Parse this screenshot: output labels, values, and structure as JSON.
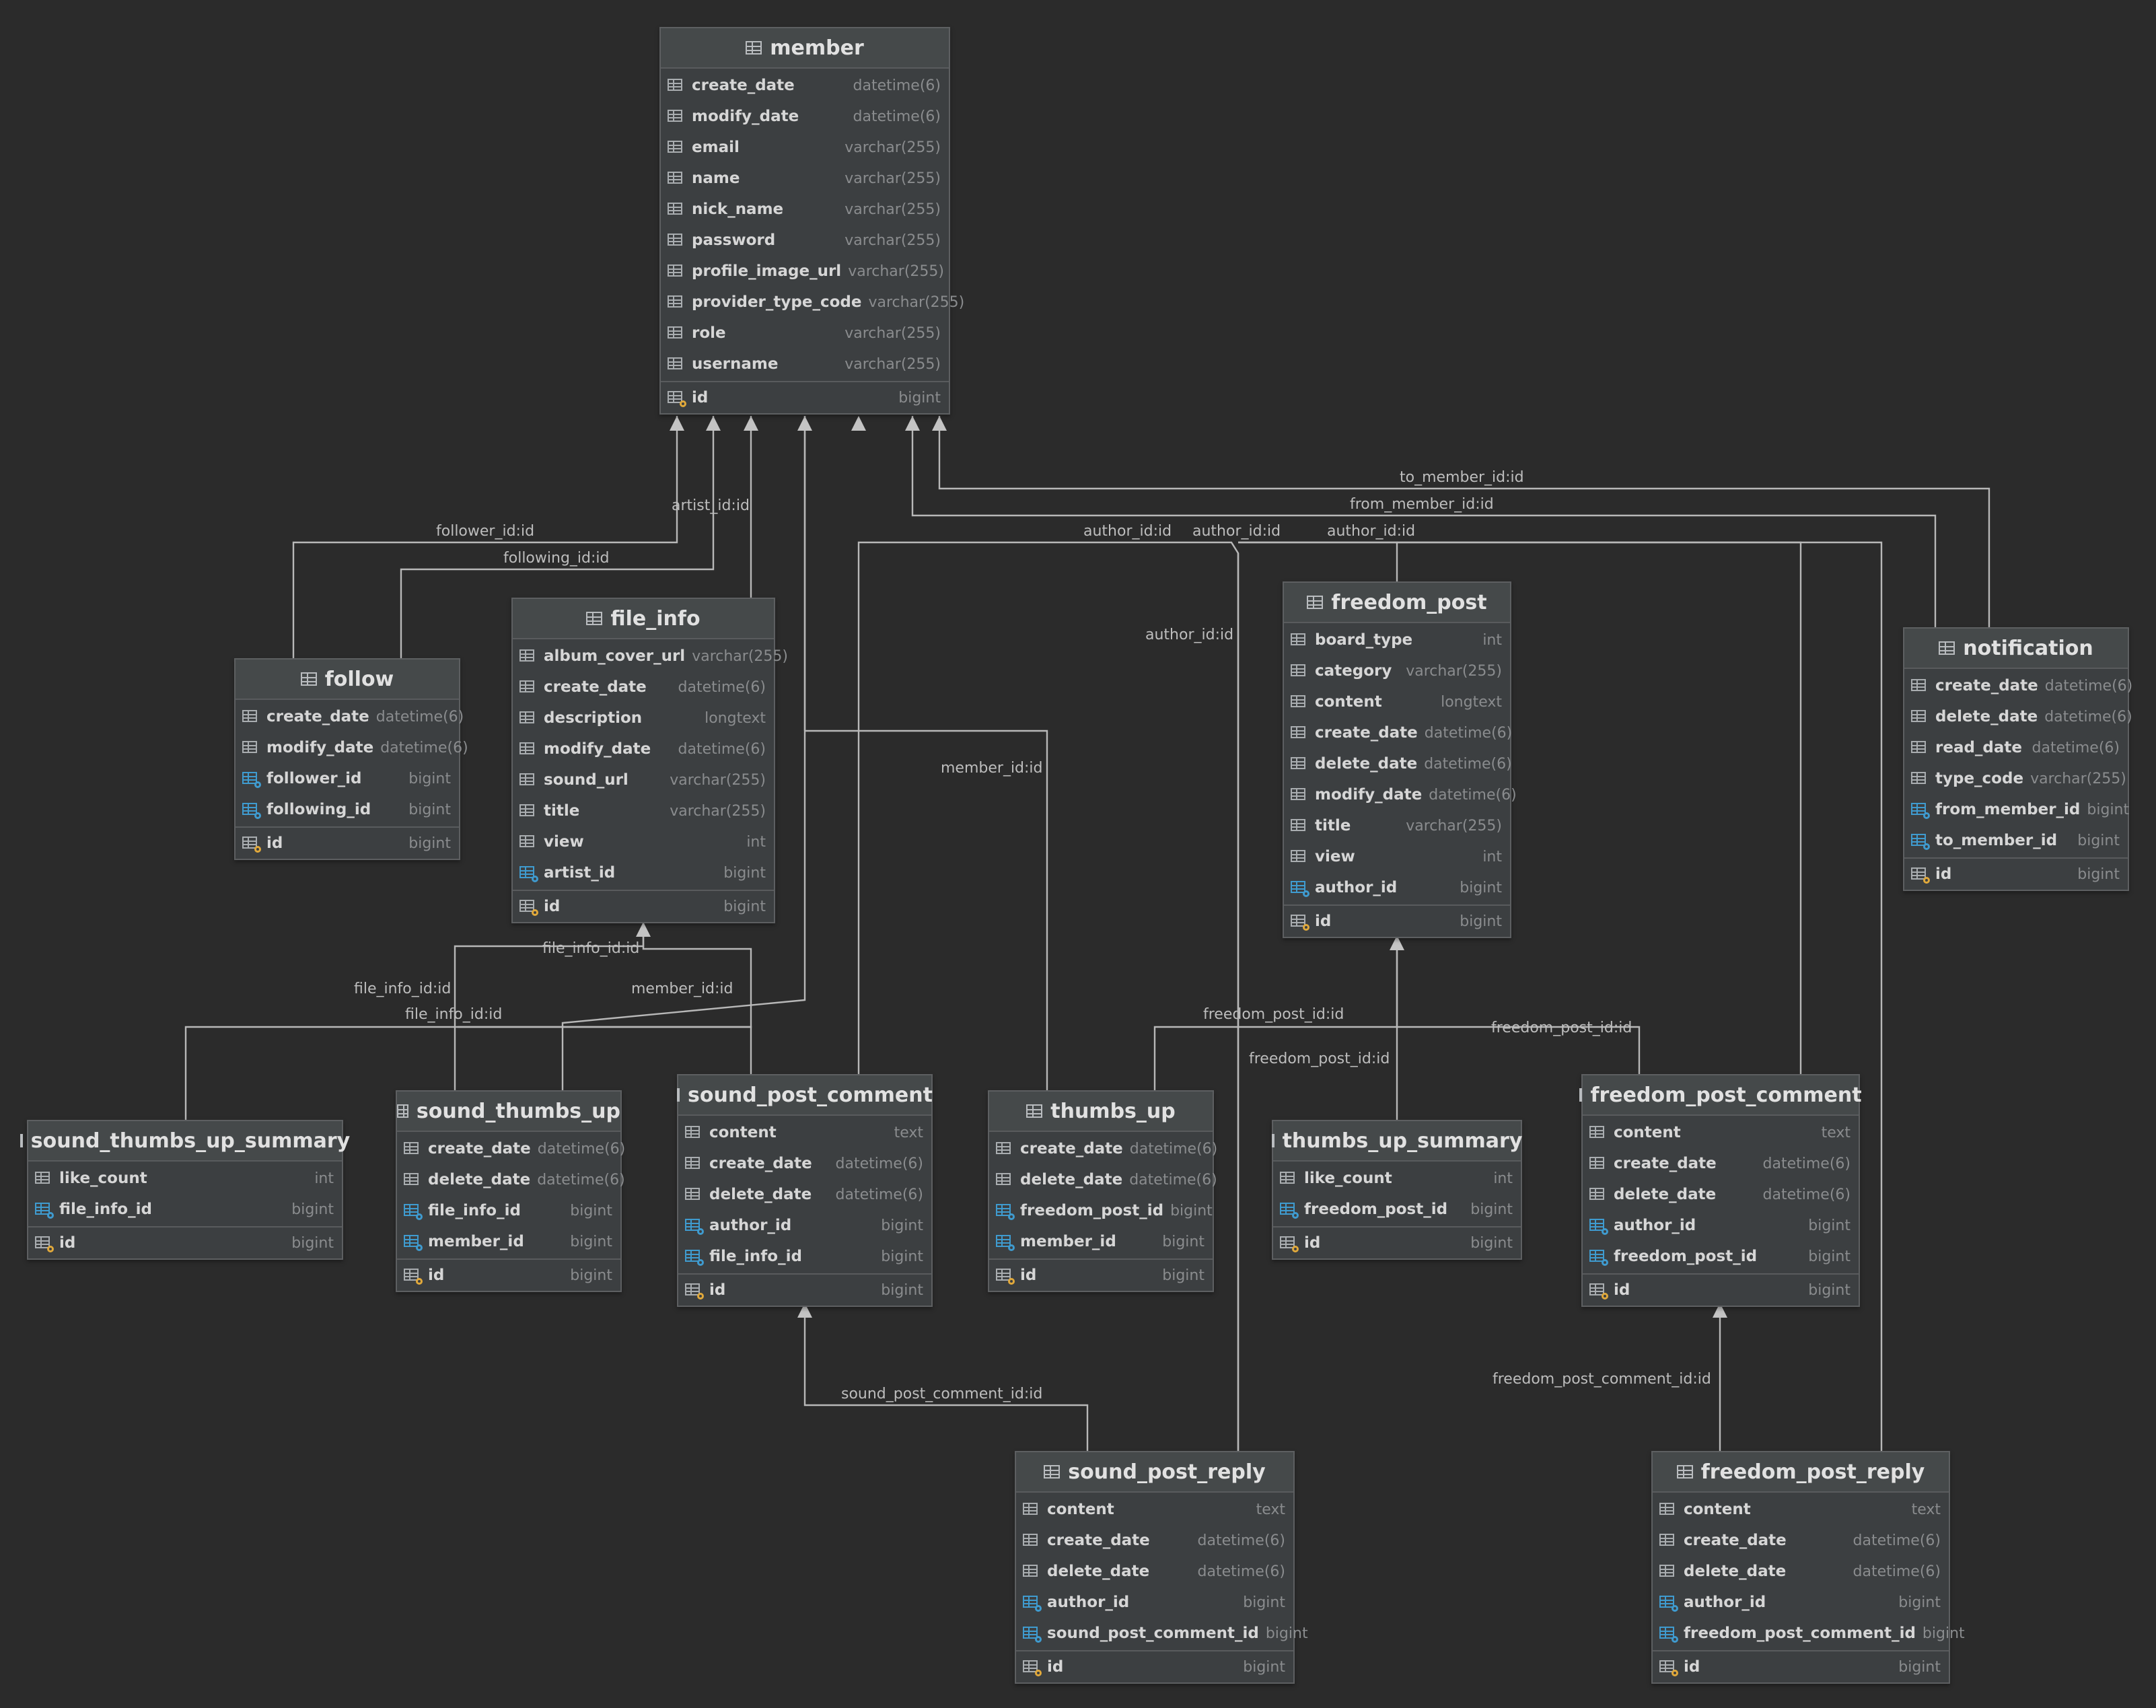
{
  "tables": {
    "member": {
      "name": "member",
      "columns": [
        {
          "name": "create_date",
          "type": "datetime(6)",
          "kind": "col"
        },
        {
          "name": "modify_date",
          "type": "datetime(6)",
          "kind": "col"
        },
        {
          "name": "email",
          "type": "varchar(255)",
          "kind": "col"
        },
        {
          "name": "name",
          "type": "varchar(255)",
          "kind": "col"
        },
        {
          "name": "nick_name",
          "type": "varchar(255)",
          "kind": "col"
        },
        {
          "name": "password",
          "type": "varchar(255)",
          "kind": "col"
        },
        {
          "name": "profile_image_url",
          "type": "varchar(255)",
          "kind": "col"
        },
        {
          "name": "provider_type_code",
          "type": "varchar(255)",
          "kind": "col"
        },
        {
          "name": "role",
          "type": "varchar(255)",
          "kind": "col"
        },
        {
          "name": "username",
          "type": "varchar(255)",
          "kind": "col"
        }
      ],
      "pk": {
        "name": "id",
        "type": "bigint"
      }
    },
    "follow": {
      "name": "follow",
      "columns": [
        {
          "name": "create_date",
          "type": "datetime(6)",
          "kind": "col"
        },
        {
          "name": "modify_date",
          "type": "datetime(6)",
          "kind": "col"
        },
        {
          "name": "follower_id",
          "type": "bigint",
          "kind": "fk"
        },
        {
          "name": "following_id",
          "type": "bigint",
          "kind": "fk"
        }
      ],
      "pk": {
        "name": "id",
        "type": "bigint"
      }
    },
    "file_info": {
      "name": "file_info",
      "columns": [
        {
          "name": "album_cover_url",
          "type": "varchar(255)",
          "kind": "col"
        },
        {
          "name": "create_date",
          "type": "datetime(6)",
          "kind": "col"
        },
        {
          "name": "description",
          "type": "longtext",
          "kind": "col"
        },
        {
          "name": "modify_date",
          "type": "datetime(6)",
          "kind": "col"
        },
        {
          "name": "sound_url",
          "type": "varchar(255)",
          "kind": "col"
        },
        {
          "name": "title",
          "type": "varchar(255)",
          "kind": "col"
        },
        {
          "name": "view",
          "type": "int",
          "kind": "col"
        },
        {
          "name": "artist_id",
          "type": "bigint",
          "kind": "fk"
        }
      ],
      "pk": {
        "name": "id",
        "type": "bigint"
      }
    },
    "freedom_post": {
      "name": "freedom_post",
      "columns": [
        {
          "name": "board_type",
          "type": "int",
          "kind": "col"
        },
        {
          "name": "category",
          "type": "varchar(255)",
          "kind": "col"
        },
        {
          "name": "content",
          "type": "longtext",
          "kind": "col"
        },
        {
          "name": "create_date",
          "type": "datetime(6)",
          "kind": "col"
        },
        {
          "name": "delete_date",
          "type": "datetime(6)",
          "kind": "col"
        },
        {
          "name": "modify_date",
          "type": "datetime(6)",
          "kind": "col"
        },
        {
          "name": "title",
          "type": "varchar(255)",
          "kind": "col"
        },
        {
          "name": "view",
          "type": "int",
          "kind": "col"
        },
        {
          "name": "author_id",
          "type": "bigint",
          "kind": "fk"
        }
      ],
      "pk": {
        "name": "id",
        "type": "bigint"
      }
    },
    "notification": {
      "name": "notification",
      "columns": [
        {
          "name": "create_date",
          "type": "datetime(6)",
          "kind": "col"
        },
        {
          "name": "delete_date",
          "type": "datetime(6)",
          "kind": "col"
        },
        {
          "name": "read_date",
          "type": "datetime(6)",
          "kind": "col"
        },
        {
          "name": "type_code",
          "type": "varchar(255)",
          "kind": "col"
        },
        {
          "name": "from_member_id",
          "type": "bigint",
          "kind": "fk"
        },
        {
          "name": "to_member_id",
          "type": "bigint",
          "kind": "fk"
        }
      ],
      "pk": {
        "name": "id",
        "type": "bigint"
      }
    },
    "sound_thumbs_up_summary": {
      "name": "sound_thumbs_up_summary",
      "columns": [
        {
          "name": "like_count",
          "type": "int",
          "kind": "col"
        },
        {
          "name": "file_info_id",
          "type": "bigint",
          "kind": "fk"
        }
      ],
      "pk": {
        "name": "id",
        "type": "bigint"
      }
    },
    "sound_thumbs_up": {
      "name": "sound_thumbs_up",
      "columns": [
        {
          "name": "create_date",
          "type": "datetime(6)",
          "kind": "col"
        },
        {
          "name": "delete_date",
          "type": "datetime(6)",
          "kind": "col"
        },
        {
          "name": "file_info_id",
          "type": "bigint",
          "kind": "fk"
        },
        {
          "name": "member_id",
          "type": "bigint",
          "kind": "fk"
        }
      ],
      "pk": {
        "name": "id",
        "type": "bigint"
      }
    },
    "sound_post_comment": {
      "name": "sound_post_comment",
      "columns": [
        {
          "name": "content",
          "type": "text",
          "kind": "col"
        },
        {
          "name": "create_date",
          "type": "datetime(6)",
          "kind": "col"
        },
        {
          "name": "delete_date",
          "type": "datetime(6)",
          "kind": "col"
        },
        {
          "name": "author_id",
          "type": "bigint",
          "kind": "fk"
        },
        {
          "name": "file_info_id",
          "type": "bigint",
          "kind": "fk"
        }
      ],
      "pk": {
        "name": "id",
        "type": "bigint"
      }
    },
    "thumbs_up": {
      "name": "thumbs_up",
      "columns": [
        {
          "name": "create_date",
          "type": "datetime(6)",
          "kind": "col"
        },
        {
          "name": "delete_date",
          "type": "datetime(6)",
          "kind": "col"
        },
        {
          "name": "freedom_post_id",
          "type": "bigint",
          "kind": "fk"
        },
        {
          "name": "member_id",
          "type": "bigint",
          "kind": "fk"
        }
      ],
      "pk": {
        "name": "id",
        "type": "bigint"
      }
    },
    "thumbs_up_summary": {
      "name": "thumbs_up_summary",
      "columns": [
        {
          "name": "like_count",
          "type": "int",
          "kind": "col"
        },
        {
          "name": "freedom_post_id",
          "type": "bigint",
          "kind": "fk"
        }
      ],
      "pk": {
        "name": "id",
        "type": "bigint"
      }
    },
    "freedom_post_comment": {
      "name": "freedom_post_comment",
      "columns": [
        {
          "name": "content",
          "type": "text",
          "kind": "col"
        },
        {
          "name": "create_date",
          "type": "datetime(6)",
          "kind": "col"
        },
        {
          "name": "delete_date",
          "type": "datetime(6)",
          "kind": "col"
        },
        {
          "name": "author_id",
          "type": "bigint",
          "kind": "fk"
        },
        {
          "name": "freedom_post_id",
          "type": "bigint",
          "kind": "fk"
        }
      ],
      "pk": {
        "name": "id",
        "type": "bigint"
      }
    },
    "sound_post_reply": {
      "name": "sound_post_reply",
      "columns": [
        {
          "name": "content",
          "type": "text",
          "kind": "col"
        },
        {
          "name": "create_date",
          "type": "datetime(6)",
          "kind": "col"
        },
        {
          "name": "delete_date",
          "type": "datetime(6)",
          "kind": "col"
        },
        {
          "name": "author_id",
          "type": "bigint",
          "kind": "fk"
        },
        {
          "name": "sound_post_comment_id",
          "type": "bigint",
          "kind": "fk"
        }
      ],
      "pk": {
        "name": "id",
        "type": "bigint"
      }
    },
    "freedom_post_reply": {
      "name": "freedom_post_reply",
      "columns": [
        {
          "name": "content",
          "type": "text",
          "kind": "col"
        },
        {
          "name": "create_date",
          "type": "datetime(6)",
          "kind": "col"
        },
        {
          "name": "delete_date",
          "type": "datetime(6)",
          "kind": "col"
        },
        {
          "name": "author_id",
          "type": "bigint",
          "kind": "fk"
        },
        {
          "name": "freedom_post_comment_id",
          "type": "bigint",
          "kind": "fk"
        }
      ],
      "pk": {
        "name": "id",
        "type": "bigint"
      }
    }
  },
  "relations": [
    {
      "from": "follow",
      "to": "member",
      "label": "follower_id:id"
    },
    {
      "from": "follow",
      "to": "member",
      "label": "following_id:id"
    },
    {
      "from": "file_info",
      "to": "member",
      "label": "artist_id:id"
    },
    {
      "from": "sound_post_comment",
      "to": "member",
      "label": "author_id:id"
    },
    {
      "from": "sound_thumbs_up",
      "to": "member",
      "label": "member_id:id"
    },
    {
      "from": "thumbs_up",
      "to": "member",
      "label": "member_id:id"
    },
    {
      "from": "freedom_post",
      "to": "member",
      "label": "author_id:id"
    },
    {
      "from": "sound_post_reply",
      "to": "member",
      "label": "author_id:id"
    },
    {
      "from": "freedom_post_comment",
      "to": "member",
      "label": "author_id:id"
    },
    {
      "from": "freedom_post_reply",
      "to": "member",
      "label": "author_id:id"
    },
    {
      "from": "notification",
      "to": "member",
      "label": "from_member_id:id"
    },
    {
      "from": "notification",
      "to": "member",
      "label": "to_member_id:id"
    },
    {
      "from": "sound_thumbs_up_summary",
      "to": "file_info",
      "label": "file_info_id:id"
    },
    {
      "from": "sound_thumbs_up",
      "to": "file_info",
      "label": "file_info_id:id"
    },
    {
      "from": "sound_post_comment",
      "to": "file_info",
      "label": "file_info_id:id"
    },
    {
      "from": "thumbs_up",
      "to": "freedom_post",
      "label": "freedom_post_id:id"
    },
    {
      "from": "thumbs_up_summary",
      "to": "freedom_post",
      "label": "freedom_post_id:id"
    },
    {
      "from": "freedom_post_comment",
      "to": "freedom_post",
      "label": "freedom_post_id:id"
    },
    {
      "from": "sound_post_reply",
      "to": "sound_post_comment",
      "label": "sound_post_comment_id:id"
    },
    {
      "from": "freedom_post_reply",
      "to": "freedom_post_comment",
      "label": "freedom_post_comment_id:id"
    }
  ]
}
